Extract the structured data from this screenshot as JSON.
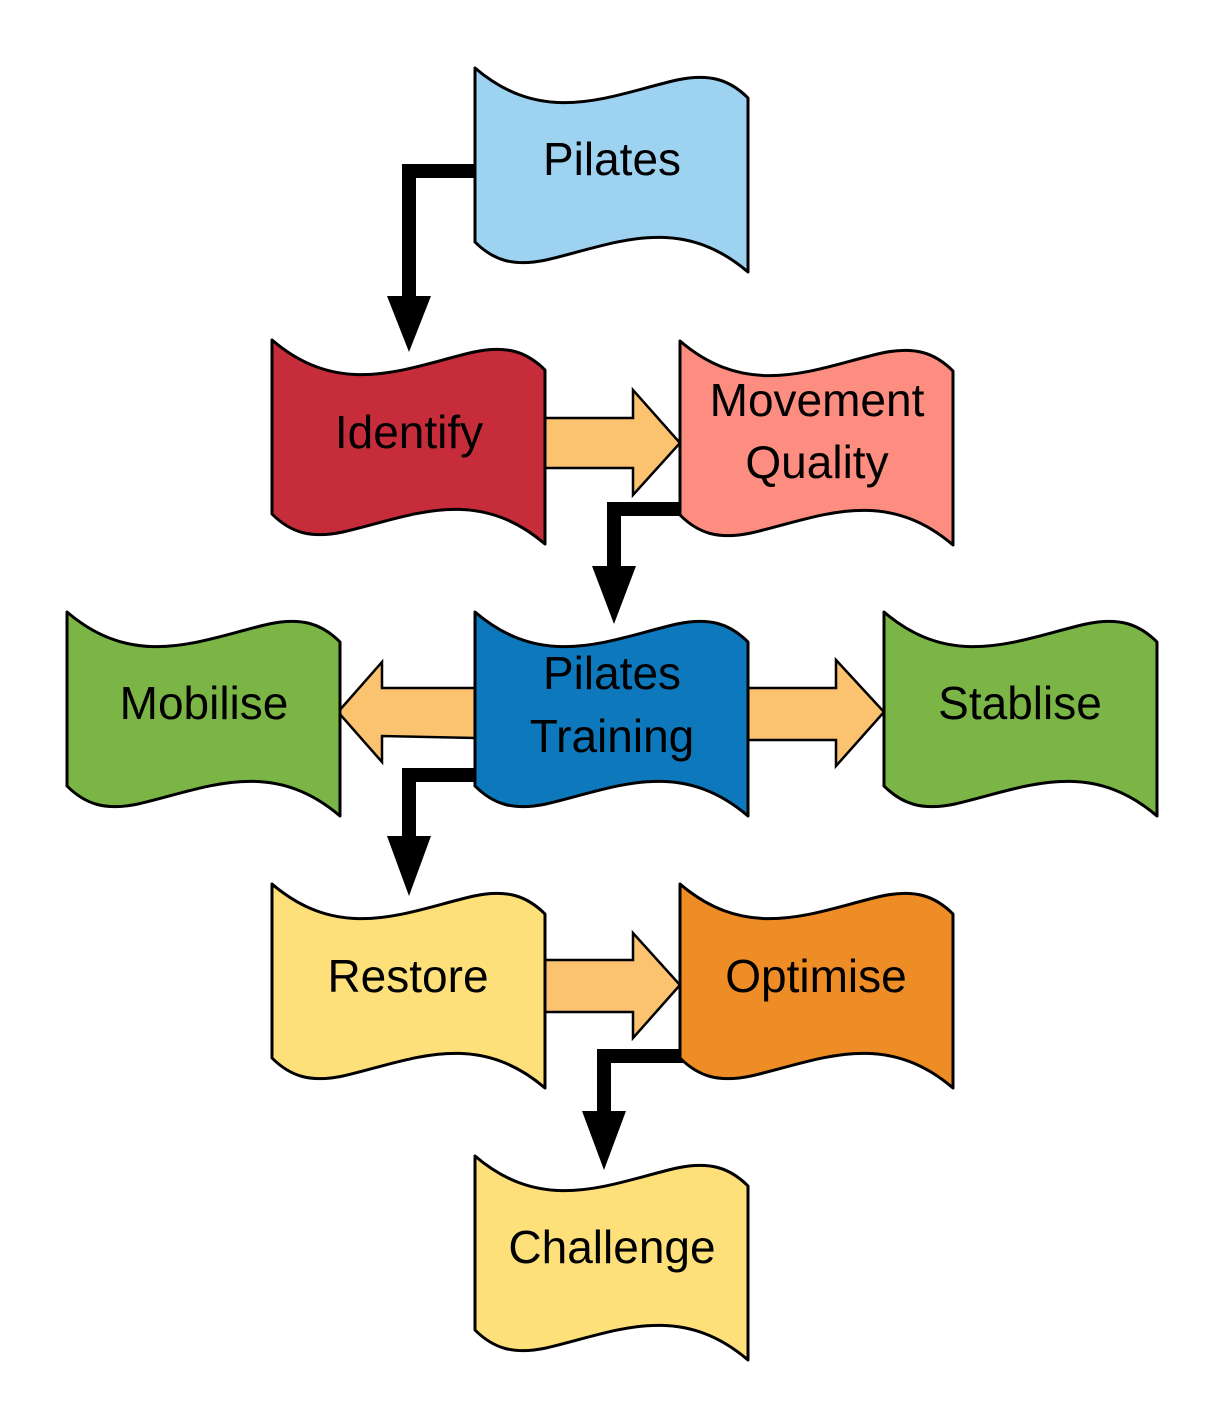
{
  "nodes": [
    {
      "id": "pilates",
      "lines": [
        "Pilates"
      ],
      "color": "#9dd3f1"
    },
    {
      "id": "identify",
      "lines": [
        "Identify"
      ],
      "color": "#c72c3a"
    },
    {
      "id": "movement-quality",
      "lines": [
        "Movement",
        "Quality"
      ],
      "color": "#fd8d80"
    },
    {
      "id": "pilates-training",
      "lines": [
        "Pilates",
        "Training"
      ],
      "color": "#0d78bc"
    },
    {
      "id": "mobilise",
      "lines": [
        "Mobilise"
      ],
      "color": "#7ab546"
    },
    {
      "id": "stablise",
      "lines": [
        "Stablise"
      ],
      "color": "#7ab546"
    },
    {
      "id": "restore",
      "lines": [
        "Restore"
      ],
      "color": "#fde07a"
    },
    {
      "id": "optimise",
      "lines": [
        "Optimise"
      ],
      "color": "#ee8c25"
    },
    {
      "id": "challenge",
      "lines": [
        "Challenge"
      ],
      "color": "#fde07a"
    }
  ],
  "edges": [
    {
      "from": "pilates",
      "to": "identify",
      "style": "elbow-arrow"
    },
    {
      "from": "identify",
      "to": "movement-quality",
      "style": "block-arrow"
    },
    {
      "from": "movement-quality",
      "to": "pilates-training",
      "style": "elbow-arrow"
    },
    {
      "from": "pilates-training",
      "to": "mobilise",
      "style": "block-arrow"
    },
    {
      "from": "pilates-training",
      "to": "stablise",
      "style": "block-arrow"
    },
    {
      "from": "pilates-training",
      "to": "restore",
      "style": "elbow-arrow"
    },
    {
      "from": "restore",
      "to": "optimise",
      "style": "block-arrow"
    },
    {
      "from": "optimise",
      "to": "challenge",
      "style": "elbow-arrow"
    }
  ],
  "colors": {
    "block_arrow_fill": "#fbc270",
    "outline": "#000000",
    "background": "#ffffff"
  }
}
